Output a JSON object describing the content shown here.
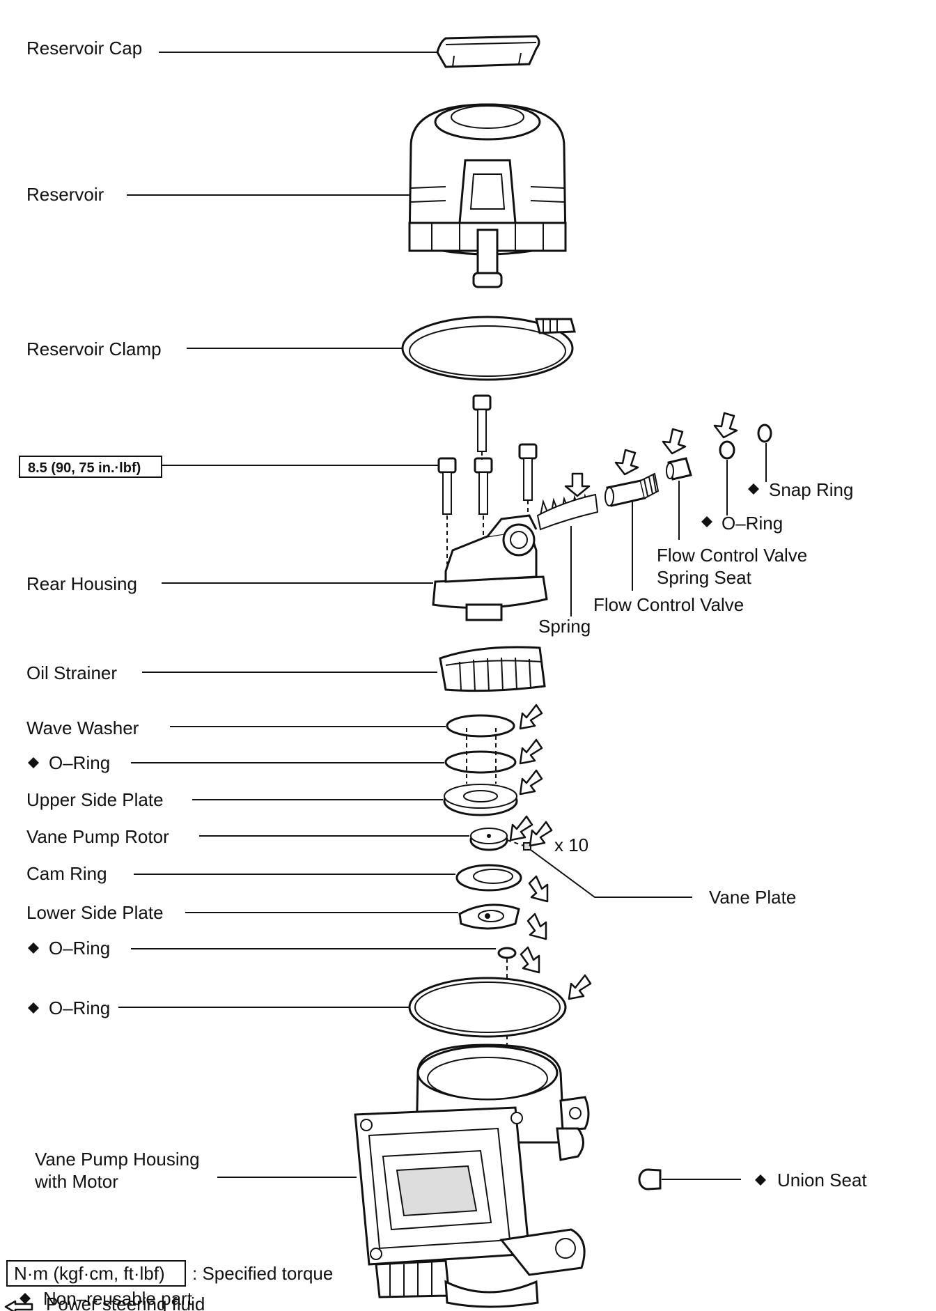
{
  "labels": {
    "reservoir_cap": "Reservoir Cap",
    "reservoir": "Reservoir",
    "reservoir_clamp": "Reservoir Clamp",
    "torque_value": "8.5 (90, 75 in.·lbf)",
    "rear_housing": "Rear Housing",
    "spring": "Spring",
    "flow_control_valve": "Flow Control Valve",
    "flow_control_valve_spring_seat_1": "Flow Control Valve",
    "flow_control_valve_spring_seat_2": "Spring Seat",
    "o_ring_small": "O–Ring",
    "snap_ring": "Snap Ring",
    "oil_strainer": "Oil Strainer",
    "wave_washer": "Wave Washer",
    "o_ring_1": "O–Ring",
    "upper_side_plate": "Upper Side Plate",
    "vane_pump_rotor": "Vane Pump Rotor",
    "vane_plate_count": "x 10",
    "vane_plate": "Vane Plate",
    "cam_ring": "Cam Ring",
    "lower_side_plate": "Lower Side Plate",
    "o_ring_2": "O–Ring",
    "o_ring_3": "O–Ring",
    "vane_pump_housing_1": "Vane Pump Housing",
    "vane_pump_housing_2": "with Motor",
    "union_seat": "Union Seat"
  },
  "legend": {
    "torque_unit": "N·m (kgf·cm, ft·lbf)",
    "torque_desc": ": Specified torque",
    "non_reusable": "Non–reusable part",
    "fluid": "Power steering fluid"
  }
}
